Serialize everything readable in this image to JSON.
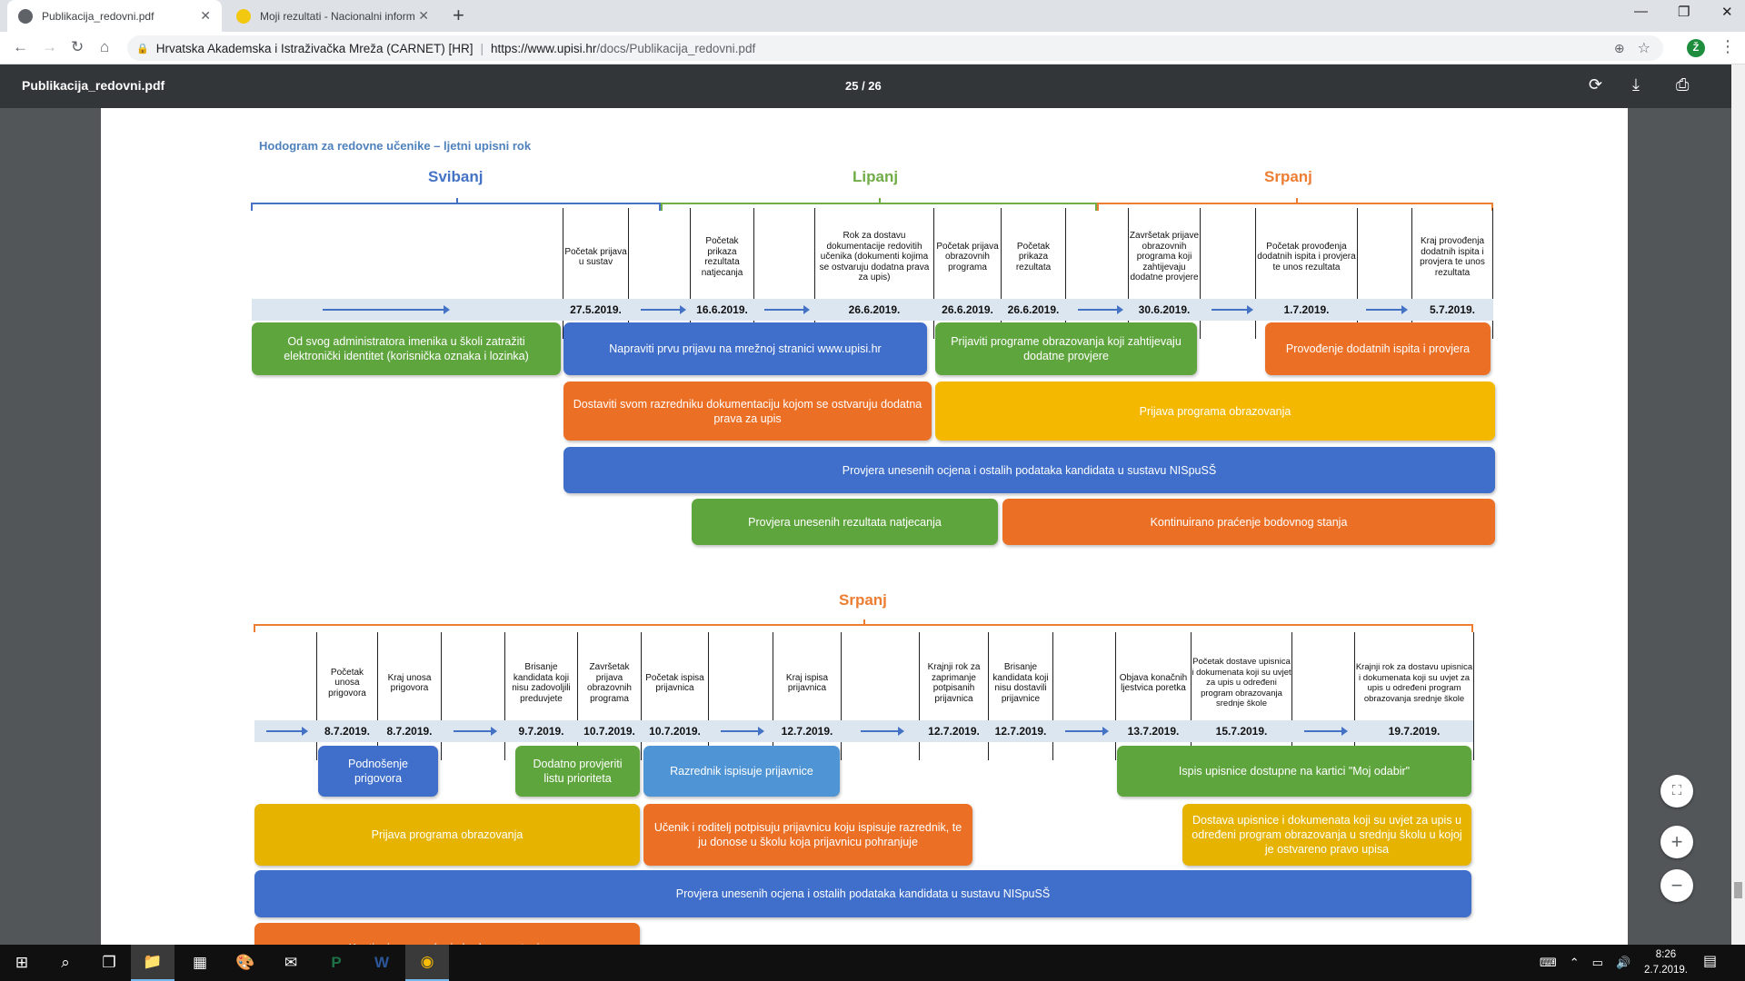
{
  "browser": {
    "tabs": [
      {
        "title": "Publikacija_redovni.pdf",
        "active": true,
        "favicon_color": "#5f6368"
      },
      {
        "title": "Moji rezultati - Nacionalni inform",
        "active": false,
        "favicon_color": "#f2c811"
      }
    ],
    "close_glyph": "✕",
    "new_tab_glyph": "+",
    "window": {
      "minimize": "—",
      "maximize": "❐",
      "close": "✕"
    },
    "nav": {
      "back": "←",
      "forward": "→",
      "reload": "↻",
      "home": "⌂"
    },
    "site_identity": "Hrvatska Akademska i Istraživačka Mreža (CARNET) [HR]",
    "url_host": "https://www.upisi.hr",
    "url_path": "/docs/Publikacija_redovni.pdf",
    "profile_initial": "Ž",
    "zoom_icon": "⊕",
    "star_icon": "☆",
    "menu_icon": "⋮"
  },
  "pdf_toolbar": {
    "title": "Publikacija_redovni.pdf",
    "page_indicator": "25 / 26",
    "rotate_icon": "⟳",
    "download_icon": "⤓",
    "print_icon": "⎙"
  },
  "document": {
    "heading": "Hodogram za redovne učenike – ljetni upisni rok",
    "section1": {
      "months": [
        {
          "label": "Svibanj",
          "color": "#4472c4"
        },
        {
          "label": "Lipanj",
          "color": "#70ad47"
        },
        {
          "label": "Srpanj",
          "color": "#ed7d31"
        }
      ],
      "events": [
        {
          "text": "Početak prijava u sustav",
          "date": "27.5.2019."
        },
        {
          "text": "Početak prikaza rezultata natjecanja",
          "date": "16.6.2019."
        },
        {
          "text": "Rok za dostavu dokumentacije redovitih učenika (dokumenti kojima se ostvaruju dodatna prava za upis)",
          "date": "26.6.2019."
        },
        {
          "text": "Početak prijava obrazovnih programa",
          "date": "26.6.2019."
        },
        {
          "text": "Početak prikaza rezultata",
          "date": "26.6.2019."
        },
        {
          "text": "Završetak prijave obrazovnih programa koji zahtijevaju dodatne provjere",
          "date": "30.6.2019."
        },
        {
          "text": "Početak provođenja dodatnih ispita i provjera te unos rezultata",
          "date": "1.7.2019."
        },
        {
          "text": "Kraj provođenja dodatnih ispita i provjera te unos rezultata",
          "date": "5.7.2019."
        }
      ],
      "bars": [
        {
          "text": "Od svog administratora imenika u školi zatražiti elektronički identitet (korisnička oznaka i lozinka)",
          "color": "#5fa53d"
        },
        {
          "text": "Napraviti prvu prijavu na mrežnoj stranici www.upisi.hr",
          "color": "#3f6fcb"
        },
        {
          "text": "Prijaviti programe obrazovanja koji zahtijevaju dodatne provjere",
          "color": "#5fa53d"
        },
        {
          "text": "Provođenje dodatnih ispita i provjera",
          "color": "#ec6f26"
        },
        {
          "text": "Dostaviti svom razredniku dokumentaciju kojom se ostvaruju dodatna prava za upis",
          "color": "#ec6f26"
        },
        {
          "text": "Prijava programa obrazovanja",
          "color": "#f5b800"
        },
        {
          "text": "Provjera unesenih ocjena i ostalih podataka kandidata u sustavu NISpuSŠ",
          "color": "#3f6fcb"
        },
        {
          "text": "Provjera  unesenih rezultata natjecanja",
          "color": "#5fa53d"
        },
        {
          "text": "Kontinuirano praćenje bodovnog stanja",
          "color": "#ec6f26"
        }
      ]
    },
    "section2": {
      "month": {
        "label": "Srpanj",
        "color": "#ed7d31"
      },
      "events": [
        {
          "text": "Početak unosa prigovora",
          "date": "8.7.2019."
        },
        {
          "text": "Kraj unosa prigovora",
          "date": "8.7.2019."
        },
        {
          "text": "Brisanje kandidata koji nisu zadovoljili preduvjete",
          "date": "9.7.2019."
        },
        {
          "text": "Završetak prijava obrazovnih programa",
          "date": "10.7.2019."
        },
        {
          "text": "Početak ispisa prijavnica",
          "date": "10.7.2019."
        },
        {
          "text": "Kraj ispisa prijavnica",
          "date": "12.7.2019."
        },
        {
          "text": "Krajnji rok za zaprimanje potpisanih prijavnica",
          "date": "12.7.2019."
        },
        {
          "text": "Brisanje kandidata koji nisu dostavili prijavnice",
          "date": "12.7.2019."
        },
        {
          "text": "Objava konačnih ljestvica poretka",
          "date": "13.7.2019."
        },
        {
          "text": "Početak dostave upisnica i dokumenata koji su uvjet za upis u određeni program obrazovanja srednje škole",
          "date": "15.7.2019."
        },
        {
          "text": "Krajnji rok za dostavu upisnica i dokumenata koji su uvjet za upis u određeni program obrazovanja srednje škole",
          "date": "19.7.2019."
        }
      ],
      "bars": [
        {
          "text": "Podnošenje prigovora",
          "color": "#3f6fcb"
        },
        {
          "text": "Dodatno provjeriti listu prioriteta",
          "color": "#5fa53d"
        },
        {
          "text": "Razrednik ispisuje prijavnice",
          "color": "#4f94d4"
        },
        {
          "text": "Ispis upisnice dostupne na kartici \"Moj odabir\"",
          "color": "#5fa53d"
        },
        {
          "text": "Prijava programa obrazovanja",
          "color": "#e6b400"
        },
        {
          "text": "Učenik i roditelj potpisuju prijavnicu koju ispisuje razrednik, te ju donose u školu koja prijavnicu pohranjuje",
          "color": "#ec6f26"
        },
        {
          "text": "Dostava upisnice i  dokumenata koji su uvjet za upis u određeni program obrazovanja u srednju školu u kojoj je ostvareno pravo upisa",
          "color": "#e6b400"
        },
        {
          "text": "Provjera unesenih ocjena i ostalih podataka kandidata u sustavu NISpuSŠ",
          "color": "#3f6fcb"
        },
        {
          "text": "Kontinuirano praćenje bodovnog stanja",
          "color": "#ec6f26"
        }
      ]
    }
  },
  "viewer_controls": {
    "fit": "⛶",
    "zoom_in": "+",
    "zoom_out": "−"
  },
  "taskbar": {
    "start": "⊞",
    "search": "⌕",
    "task_view": "❐",
    "apps": [
      {
        "name": "file-explorer",
        "glyph": "📁"
      },
      {
        "name": "calculator",
        "glyph": "▦"
      },
      {
        "name": "paint",
        "glyph": "🎨"
      },
      {
        "name": "mail",
        "glyph": "✉"
      },
      {
        "name": "publisher",
        "glyph": "P"
      },
      {
        "name": "word",
        "glyph": "W"
      },
      {
        "name": "chrome",
        "glyph": "◉"
      }
    ],
    "tray_icons": [
      "⌨",
      "⌃",
      "▭",
      "🔊"
    ],
    "time": "8:26",
    "date": "2.7.2019.",
    "notifications_icon": "▤"
  }
}
